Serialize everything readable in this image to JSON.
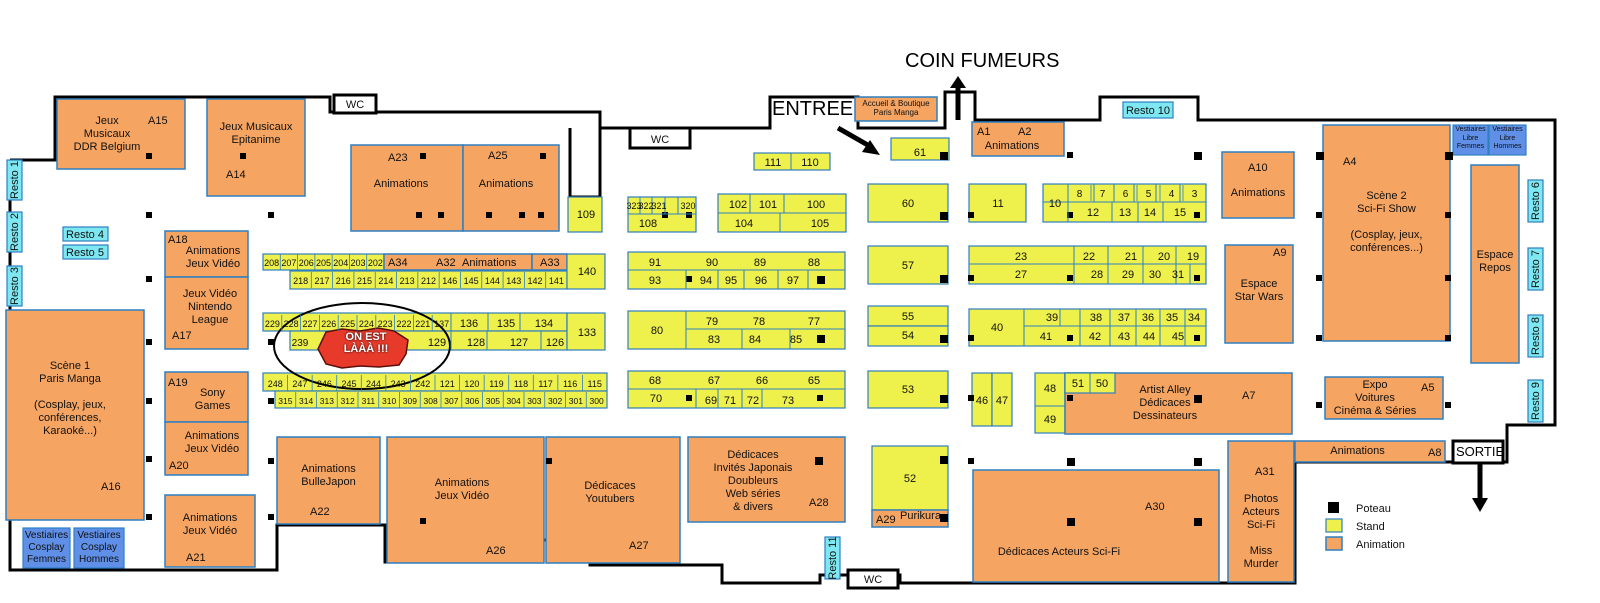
{
  "labels": {
    "coin_fumeurs": "COIN FUMEURS",
    "entree": "ENTREE",
    "sortie": "SORTIE",
    "accueil": "Accueil & Boutique\nParis Manga",
    "bubble": "ON EST\nLÀÀÀ !!!"
  },
  "wc": [
    "WC",
    "WC",
    "WC"
  ],
  "restos": {
    "r1": "Resto 1",
    "r2": "Resto 2",
    "r3": "Resto 3",
    "r4": "Resto 4",
    "r5": "Resto 5",
    "r6": "Resto 6",
    "r7": "Resto 7",
    "r8": "Resto 8",
    "r9": "Resto 9",
    "r10": "Resto 10",
    "r11": "Resto 11"
  },
  "vestiaires": {
    "cos_f": "Vestiaires\nCosplay\nFemmes",
    "cos_h": "Vestiaires\nCosplay\nHommes",
    "libre_f": "Vestiaires\nLibre\nFemmes",
    "libre_h": "Vestiaires\nLibre\nHommes"
  },
  "areas": {
    "a15_name": "Jeux\nMusicaux\nDDR Belgium",
    "a15_id": "A15",
    "a14_name": "Jeux Musicaux\nEpitanime",
    "a14_id": "A14",
    "a23_name": "Animations",
    "a23_id": "A23",
    "a25_name": "Animations",
    "a25_id": "A25",
    "a18_name": "Animations\nJeux Vidéo",
    "a18_id": "A18",
    "a17_name": "Jeux Vidéo\nNintendo\nLeague",
    "a17_id": "A17",
    "a19_name": "Sony\nGames",
    "a19_id": "A19",
    "a20_name": "Animations\nJeux Vidéo",
    "a20_id": "A20",
    "a16_name": "Scène 1\nParis Manga\n\n(Cosplay, jeux,\nconférences,\nKaraoké...)",
    "a16_id": "A16",
    "a21_name": "Animations\nJeux Vidéo",
    "a21_id": "A21",
    "a22_name": "Animations\nBulleJapon",
    "a22_id": "A22",
    "a26_name": "Animations\nJeux Vidéo",
    "a26_id": "A26",
    "a27_name": "Dédicaces\nYoutubers",
    "a27_id": "A27",
    "a28_name": "Dédicaces\nInvités Japonais\nDoubleurs\nWeb séries\n& divers",
    "a28_id": "A28",
    "a29_name": "Purikura",
    "a29_id": "A29",
    "a30_name": "Dédicaces Acteurs Sci-Fi",
    "a30_id": "A30",
    "a31_name": "Photos\nActeurs\nSci-Fi\n\nMiss\nMurder",
    "a31_id": "A31",
    "a1_id": "A1",
    "a2_id": "A2",
    "a1a2_name": "Animations",
    "a10_name": "Animations",
    "a10_id": "A10",
    "a9_name": "Espace\nStar Wars",
    "a9_id": "A9",
    "a4_name": "Scène 2\nSci-Fi Show\n\n(Cosplay, jeux,\nconférences...)",
    "a4_id": "A4",
    "repos_name": "Espace\nRepos",
    "a7_name": "Artist Alley\nDédicaces\nDessinateurs",
    "a7_id": "A7",
    "a5_name": "Expo\nVoitures\nCinéma & Séries",
    "a5_id": "A5",
    "a8_name": "Animations",
    "a8_id": "A8",
    "a34_id": "A34",
    "a32_id": "A32",
    "a32_name": "Animations",
    "a33_id": "A33"
  },
  "legend": {
    "poteau": "Poteau",
    "stand": "Stand",
    "animation": "Animation"
  },
  "colors": {
    "animation": "#f5a462",
    "stand": "#eef04c",
    "resto": "#7ee8f2",
    "vestiaire": "#5f8fe6",
    "wall": "#000000",
    "border": "#2f7fc0"
  },
  "stands": {
    "s61": "61",
    "s60": "60",
    "s57": "57",
    "s55": "55",
    "s54": "54",
    "s53": "53",
    "s52": "52",
    "s111": "111",
    "s110": "110",
    "s109": "109",
    "s108": "108",
    "s323": "323",
    "s322": "322",
    "s321": "321",
    "s320": "320",
    "s102": "102",
    "s101": "101",
    "s100": "100",
    "s104": "104",
    "s105": "105",
    "s91": "91",
    "s90": "90",
    "s89": "89",
    "s88": "88",
    "s93": "93",
    "s94": "94",
    "s95": "95",
    "s96": "96",
    "s97": "97",
    "s80": "80",
    "s79": "79",
    "s78": "78",
    "s77": "77",
    "s83": "83",
    "s84": "84",
    "s85": "85",
    "s68": "68",
    "s67": "67",
    "s66": "66",
    "s65": "65",
    "s70": "70",
    "s69": "69",
    "s71": "71",
    "s72": "72",
    "s73": "73",
    "s140": "140",
    "s133": "133",
    "s136": "136",
    "s135": "135",
    "s134": "134",
    "s128": "128",
    "s127": "127",
    "s126": "126",
    "s129": "129",
    "s239": "239",
    "row1": [
      "208",
      "207",
      "206",
      "205",
      "204",
      "203",
      "202"
    ],
    "row2": [
      "218",
      "217",
      "216",
      "215",
      "214",
      "213",
      "212",
      "146",
      "145",
      "144",
      "143",
      "142",
      "141"
    ],
    "row3": [
      "229",
      "228",
      "227",
      "226",
      "225",
      "224",
      "223",
      "222",
      "221",
      "137"
    ],
    "row5": [
      "248",
      "247",
      "246",
      "245",
      "244",
      "243",
      "242",
      "121",
      "120",
      "119",
      "118",
      "117",
      "116",
      "115"
    ],
    "row6": [
      "315",
      "314",
      "313",
      "312",
      "311",
      "310",
      "309",
      "308",
      "307",
      "306",
      "305",
      "304",
      "303",
      "302",
      "301",
      "300"
    ],
    "s11": "11",
    "s10": "10",
    "top8": [
      "8",
      "7",
      "6",
      "5",
      "4",
      "3"
    ],
    "s12": "12",
    "s13": "13",
    "s14": "14",
    "s15": "15",
    "s23": "23",
    "s22": "22",
    "s21": "21",
    "s20": "20",
    "s19": "19",
    "s27": "27",
    "s28": "28",
    "s29": "29",
    "s30": "30",
    "s31": "31",
    "s40": "40",
    "s39": "39",
    "s38": "38",
    "s37": "37",
    "s36": "36",
    "s35": "35",
    "s34": "34",
    "s41": "41",
    "s42": "42",
    "s43": "43",
    "s44": "44",
    "s45": "45",
    "s46": "46",
    "s47": "47",
    "s48": "48",
    "s49": "49",
    "s51": "51",
    "s50": "50"
  }
}
